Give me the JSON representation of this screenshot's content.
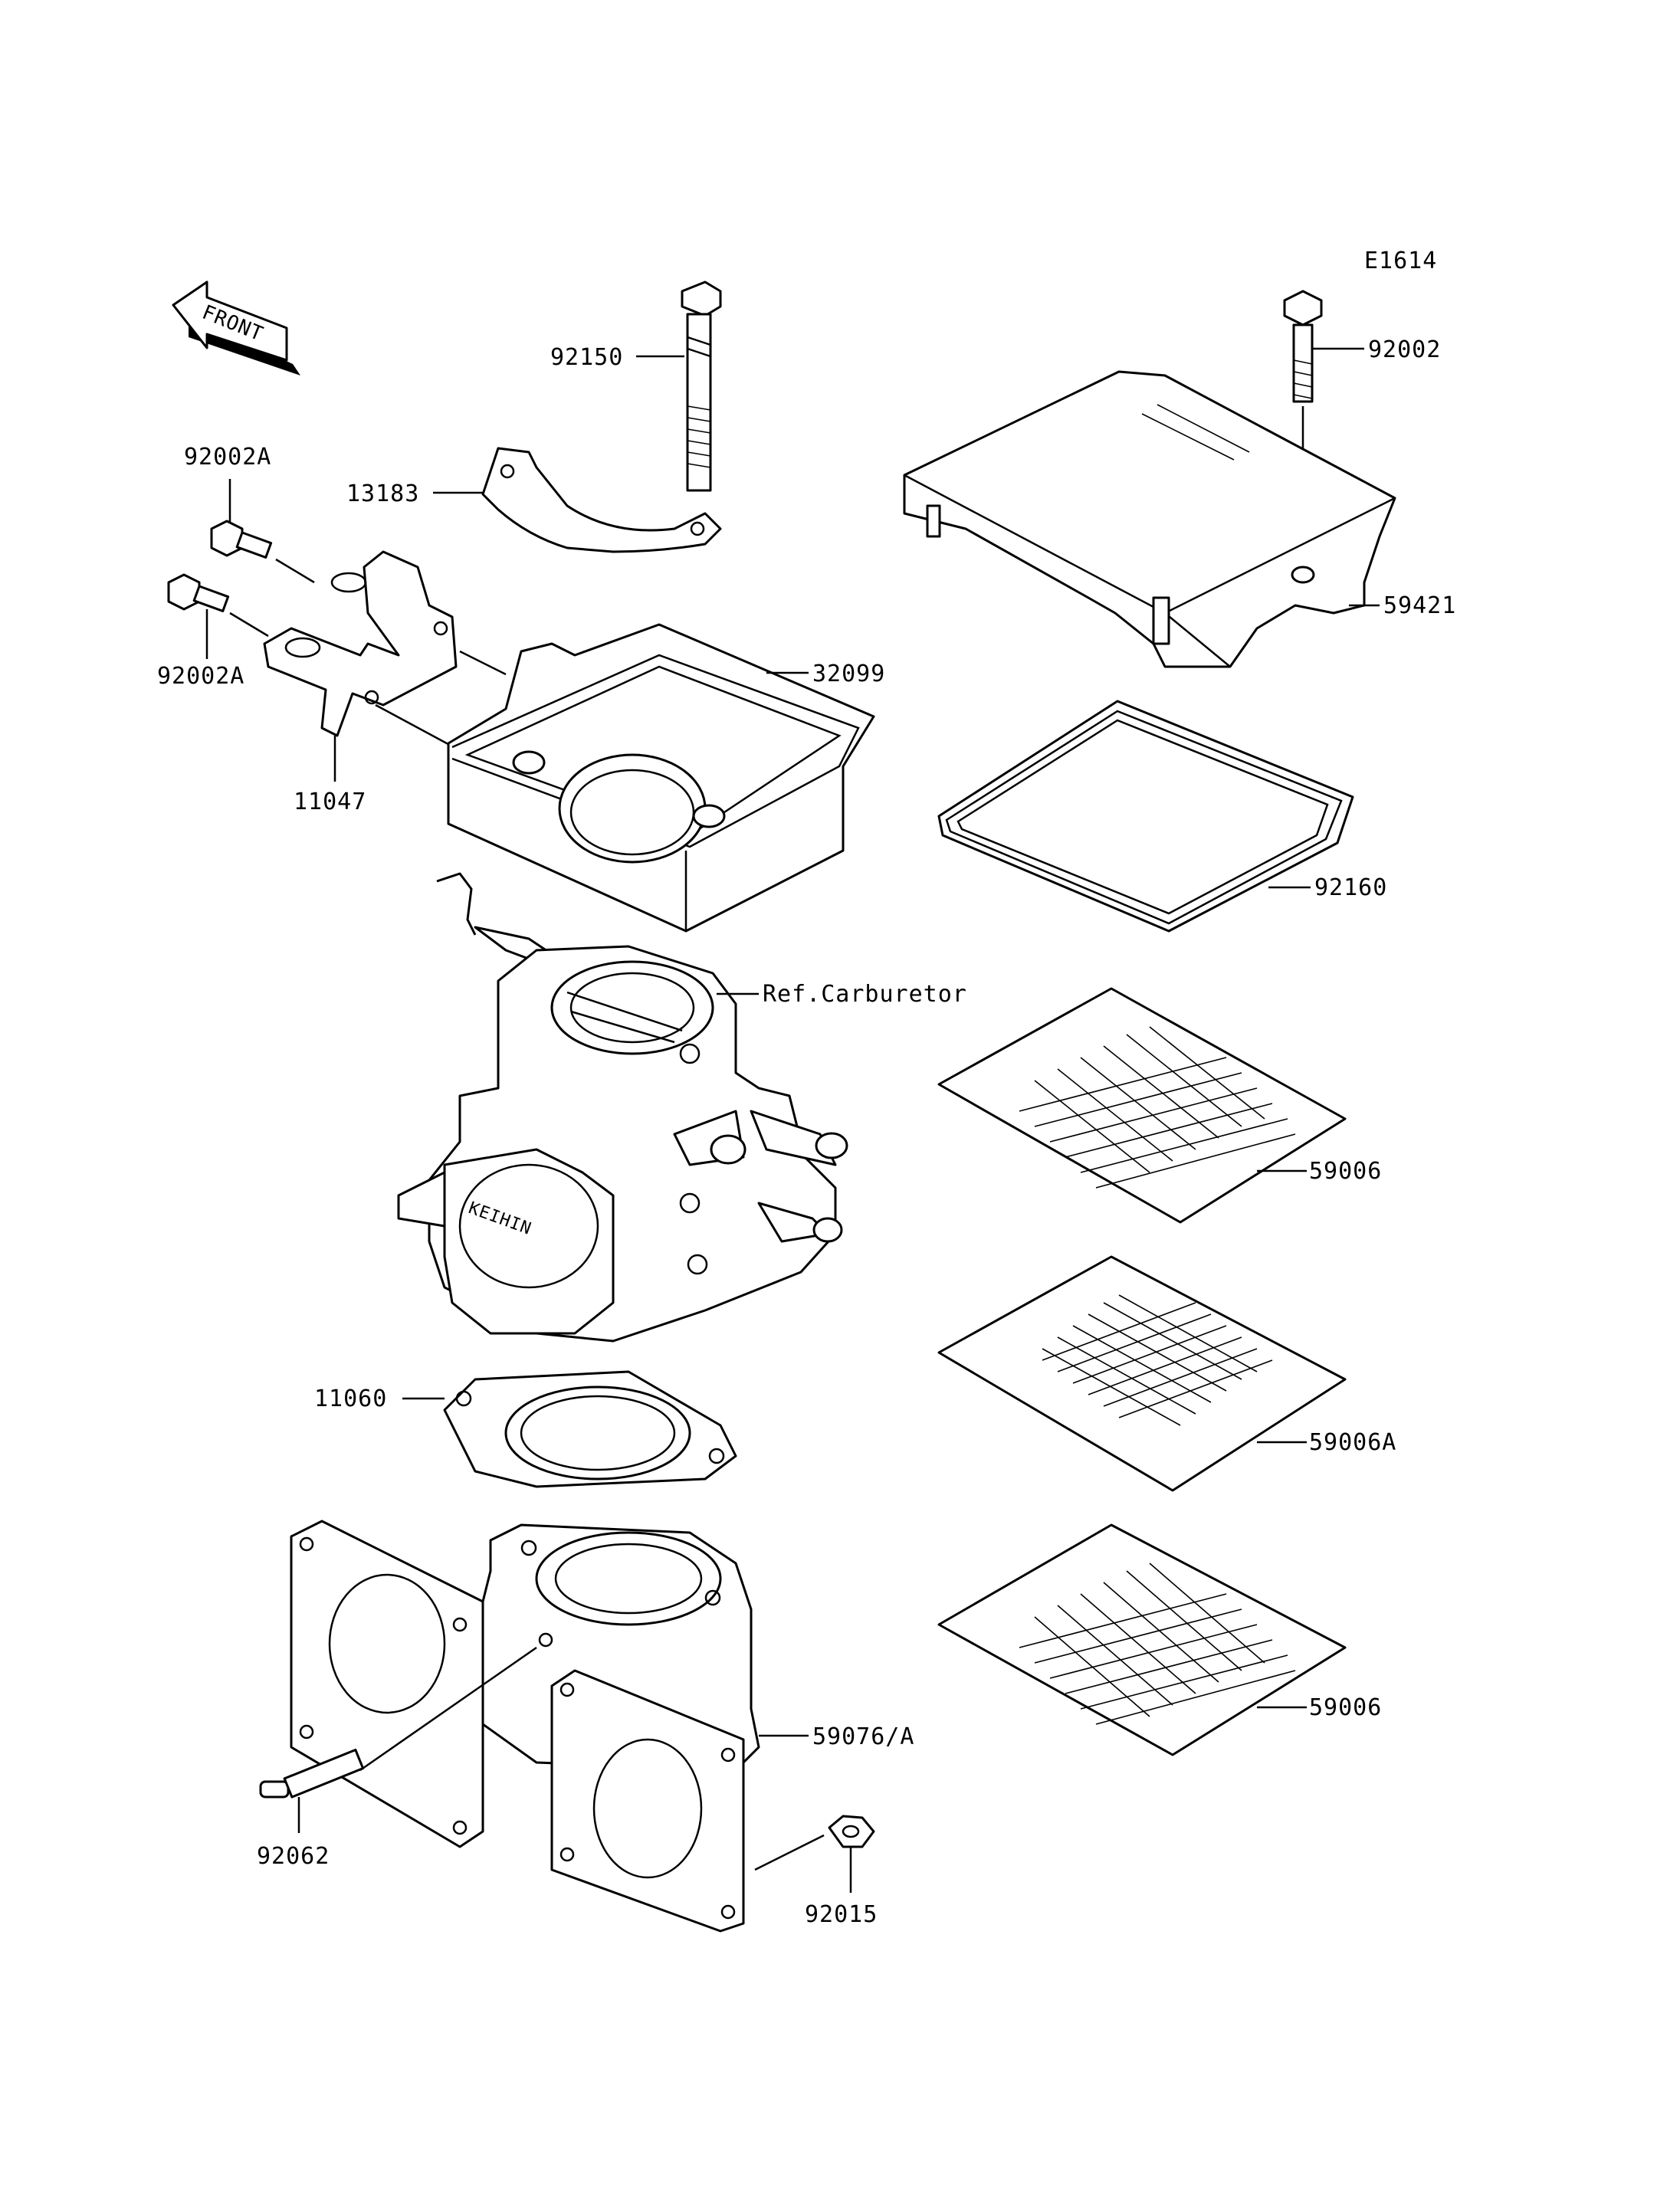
{
  "figure_code": "E1614",
  "front_label": "FRONT",
  "labels": {
    "p92150": "92150",
    "p92002": "92002",
    "p13183": "13183",
    "p92002A_top": "92002A",
    "p92002A_bottom": "92002A",
    "p59421": "59421",
    "p32099": "32099",
    "p11047": "11047",
    "p92160": "92160",
    "ref_carb": "Ref.Carburetor",
    "p59006_top": "59006",
    "p11060": "11060",
    "p59006A": "59006A",
    "p59006_bottom": "59006",
    "p59076": "59076/A",
    "p92062": "92062",
    "p92015": "92015"
  }
}
